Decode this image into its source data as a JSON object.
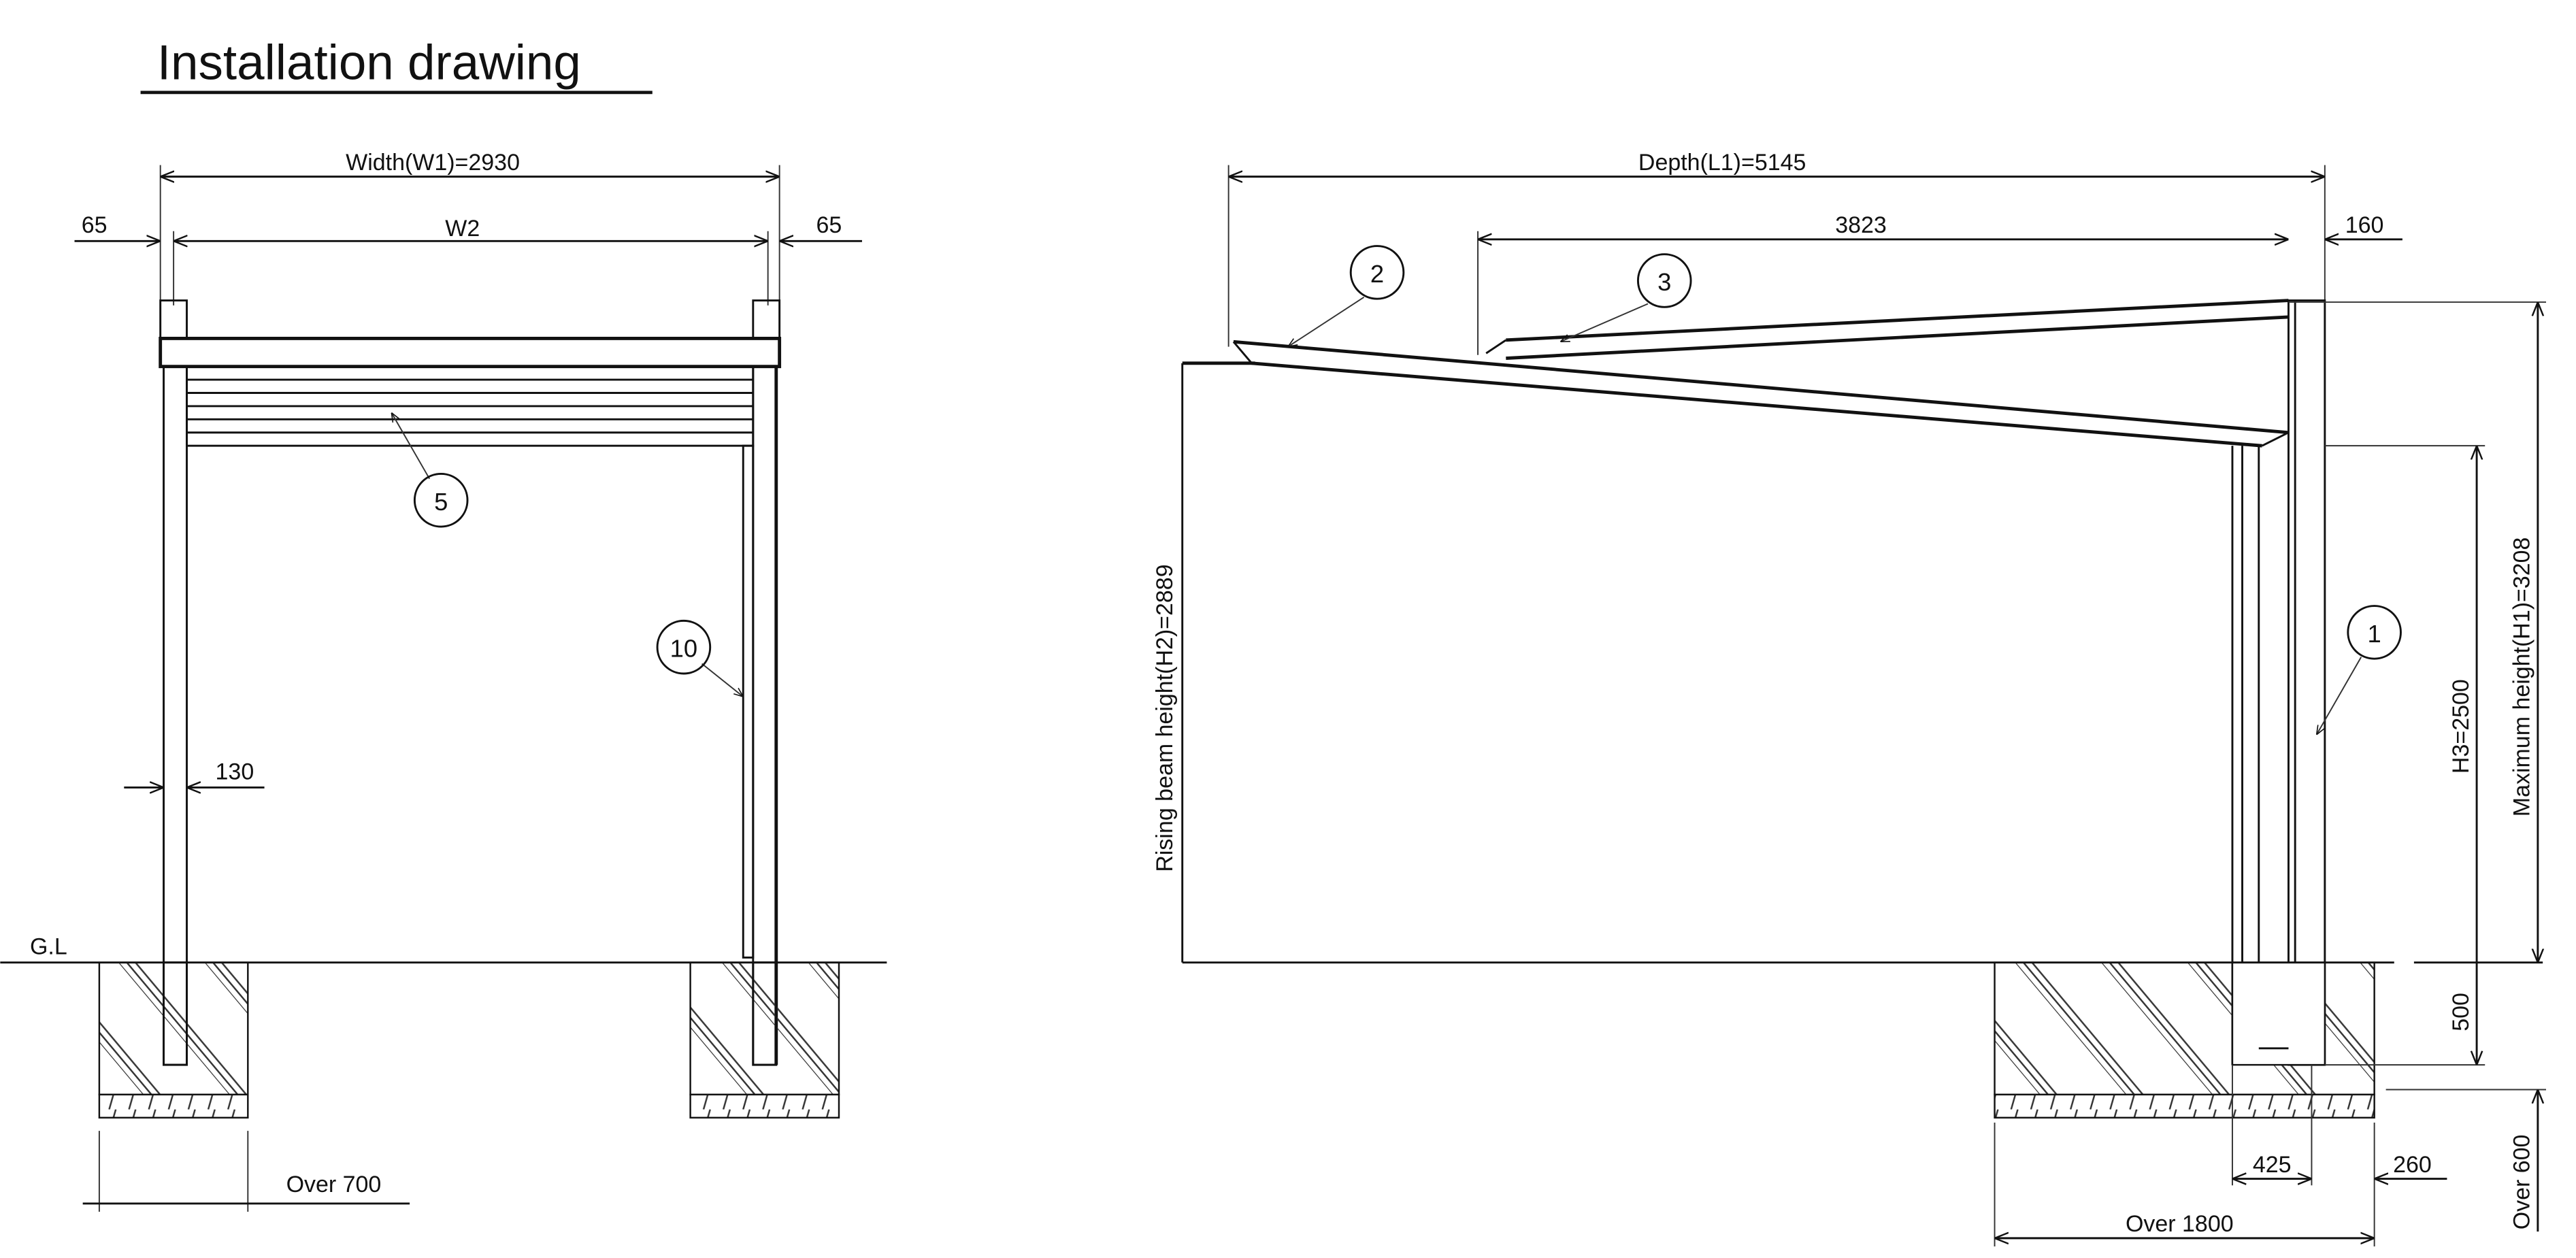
{
  "title": "Installation drawing",
  "front_view": {
    "width_label": "Width(W1)=2930",
    "left_offset": "65",
    "inner_width": "W2",
    "right_offset": "65",
    "post_width": "130",
    "ground_level": "G.L",
    "foundation_width": "Over 700",
    "callouts": [
      "5",
      "10"
    ]
  },
  "side_view": {
    "depth_label": "Depth(L1)=5145",
    "beam_length": "3823",
    "overhang": "160",
    "rising_beam_height": "Rising beam height(H2)=2889",
    "max_height": "Maximum height(H1)=3208",
    "h3": "H3=2500",
    "embed_depth": "500",
    "foundation_depth": "Over 600",
    "post_offset_a": "425",
    "post_offset_b": "260",
    "foundation_length": "Over 1800",
    "callouts": [
      "2",
      "3",
      "1"
    ]
  }
}
